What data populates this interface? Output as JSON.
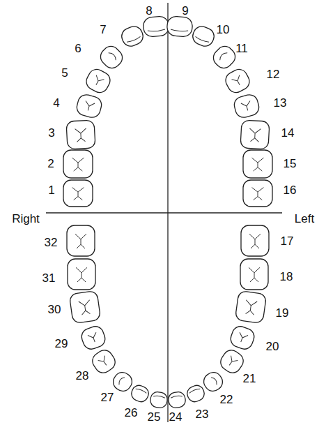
{
  "diagram": {
    "labels": [
      "1",
      "2",
      "3",
      "4",
      "5",
      "6",
      "7",
      "8",
      "9",
      "10",
      "11",
      "12",
      "13",
      "14",
      "15",
      "16",
      "17",
      "18",
      "19",
      "20",
      "21",
      "22",
      "23",
      "24",
      "25",
      "26",
      "27",
      "28",
      "29",
      "30",
      "31",
      "32",
      "Right",
      "Left"
    ]
  }
}
